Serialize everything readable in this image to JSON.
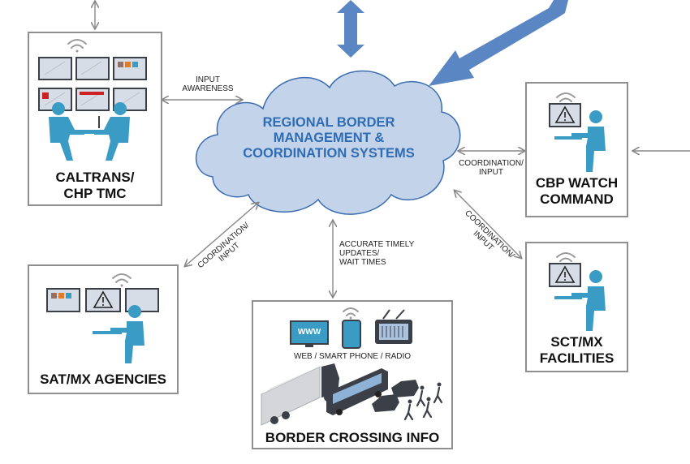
{
  "cloud": {
    "title_lines": [
      "REGIONAL BORDER",
      "MANAGEMENT &",
      "COORDINATION SYSTEMS"
    ]
  },
  "nodes": {
    "caltrans": {
      "title_lines": [
        "CALTRANS/",
        "CHP TMC"
      ]
    },
    "cbp": {
      "title_lines": [
        "CBP WATCH",
        "COMMAND"
      ]
    },
    "sat": {
      "title_lines": [
        "SAT/MX AGENCIES"
      ]
    },
    "sct": {
      "title_lines": [
        "SCT/MX",
        "FACILITIES"
      ]
    },
    "border": {
      "title_lines": [
        "BORDER CROSSING INFO"
      ],
      "media_caption": "WEB / SMART PHONE / RADIO",
      "web_text": "WWW"
    }
  },
  "edges": {
    "caltrans_cloud": [
      "INPUT",
      "AWARENESS"
    ],
    "cbp_cloud": [
      "COORDINATION/",
      "INPUT"
    ],
    "sat_cloud": [
      "COORDINATION/",
      "INPUT"
    ],
    "sct_cloud": [
      "COORDINATION/",
      "INPUT"
    ],
    "border_cloud": [
      "ACCURATE TIMELY",
      "UPDATES/",
      "WAIT TIMES"
    ]
  },
  "colors": {
    "cloud_fill": "#c3d3ea",
    "cloud_stroke": "#3b6db0",
    "figure": "#3a9cc4",
    "arrow_big": "#5a86c4",
    "box_border": "#8f8f8f",
    "dark_icon": "#3b3f48"
  }
}
